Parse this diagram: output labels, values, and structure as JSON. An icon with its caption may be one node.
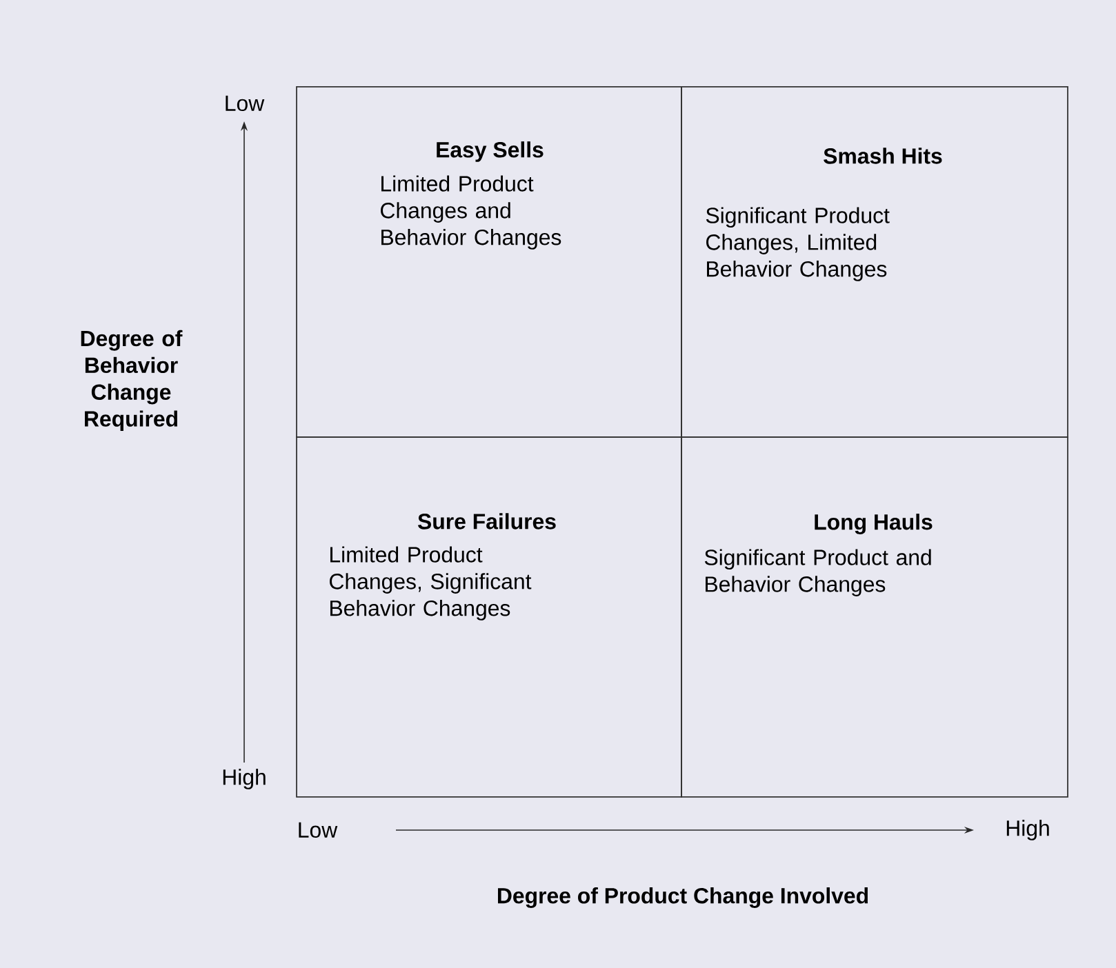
{
  "diagram": {
    "nodes": [
      {
        "text": [
          "Easy Sells",
          "Limited Product Changes and Behavior Changes"
        ]
      },
      {
        "text": [
          "Smash Hits",
          "Significant Product Changes, Limited Behavior Changes"
        ]
      },
      {
        "text": [
          "Sure Failures",
          "Limited Product Changes, Significant Behavior Changes"
        ]
      },
      {
        "text": [
          "Long Hauls",
          "Significant Product and Behavior Changes"
        ]
      }
    ],
    "labels": [
      "Low",
      "Degree of Behavior Change Required",
      "High",
      "Low",
      "High",
      "Degree of Product Change Involved"
    ]
  }
}
